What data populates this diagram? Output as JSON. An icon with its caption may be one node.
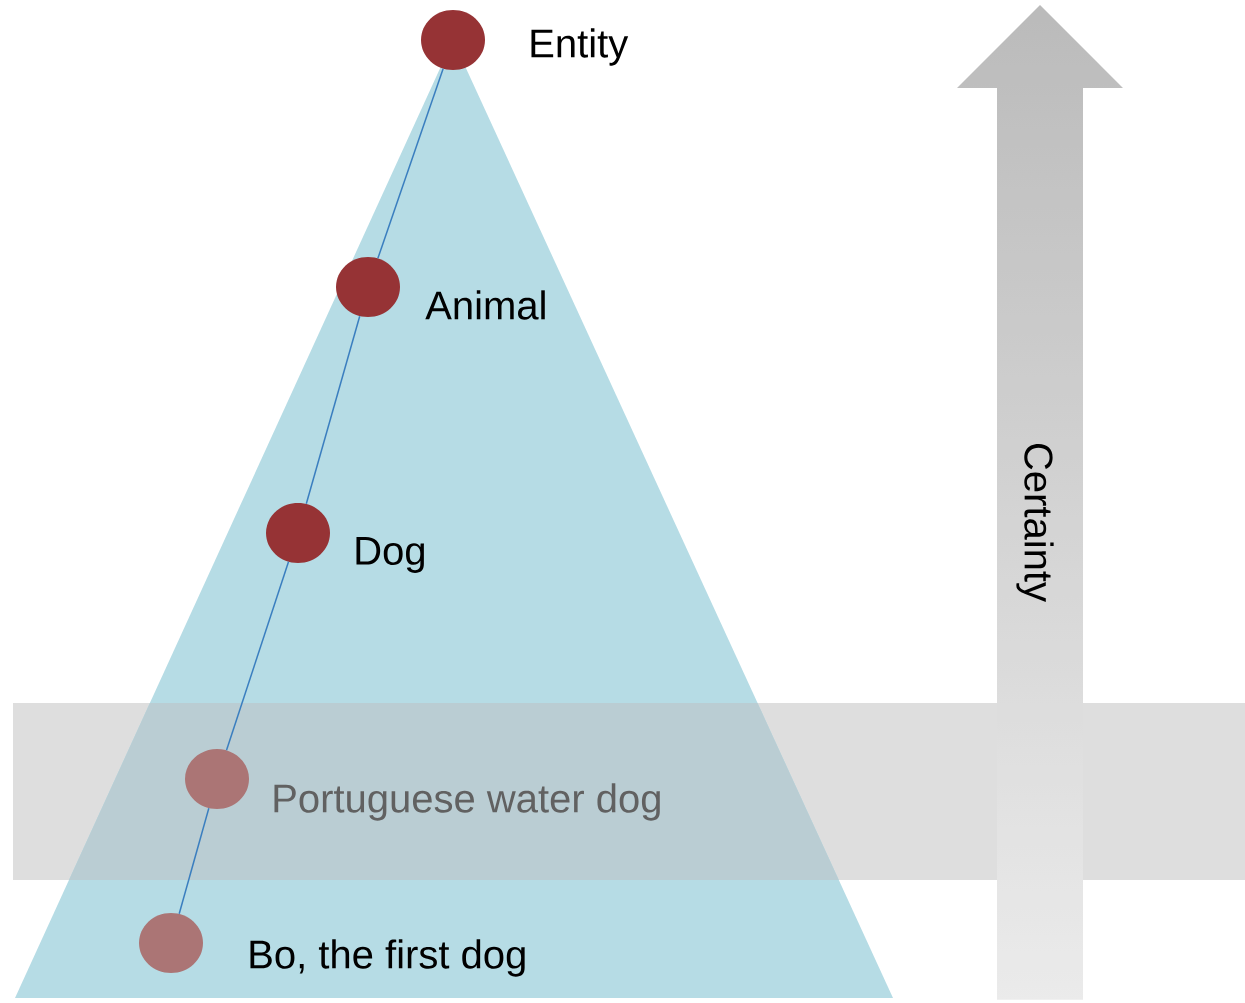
{
  "diagram": {
    "nodes": [
      {
        "text": [],
        "shape": "circle",
        "beside": [
          "Entity"
        ]
      },
      {
        "text": [],
        "shape": "circle",
        "beside": [
          "Animal"
        ]
      },
      {
        "text": [],
        "shape": "circle",
        "beside": [
          "Dog"
        ]
      },
      {
        "text": [],
        "shape": "circle",
        "beside": [
          "Portuguese water dog"
        ]
      },
      {
        "text": [],
        "shape": "circle",
        "beside": [
          "Bo, the first dog"
        ]
      }
    ],
    "edges": [
      {
        "from": 0,
        "to": 1,
        "arrow": "none"
      },
      {
        "from": 1,
        "to": 2,
        "arrow": "none"
      },
      {
        "from": 2,
        "to": 3,
        "arrow": "none"
      },
      {
        "from": 3,
        "to": 4,
        "arrow": "none"
      }
    ],
    "labels": [
      "Certainty"
    ]
  }
}
